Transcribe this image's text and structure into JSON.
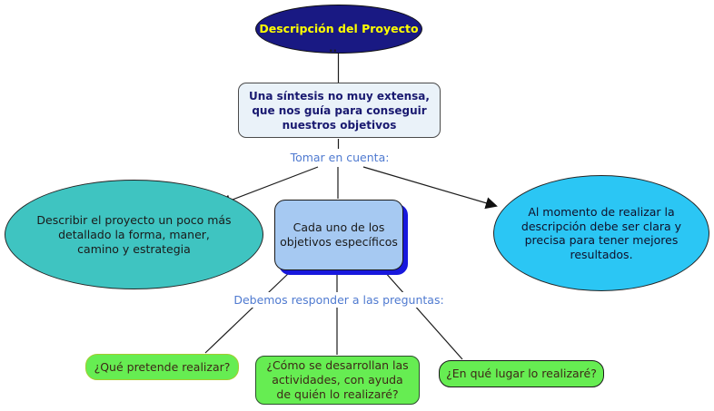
{
  "diagram": {
    "type": "concept-map",
    "background": "#ffffff",
    "nodes": {
      "main_topic": {
        "label": "Descripción del Proyecto",
        "shape": "ellipse",
        "bg": "#191983",
        "fg": "#ffff00"
      },
      "link_dots": {
        "label": ".."
      },
      "synthesis": {
        "label": "Una síntesis no muy extensa,\nque nos guía para conseguir\nnuestros objetivos",
        "shape": "rounded-rect",
        "bg": "#eaf2f9",
        "fg": "#191970",
        "border": "#4a4a4a"
      },
      "describir": {
        "label": "Describir el proyecto un poco más\ndetallado la forma, maner,\ncamino y estrategia",
        "shape": "ellipse",
        "bg": "#3fc4c1",
        "fg": "#1a1a1a"
      },
      "objetivos": {
        "label": "Cada uno de los\nobjetivos específicos",
        "shape": "rounded-rect",
        "bg": "#a6c9f2",
        "shadow": "#1818dd",
        "fg": "#1a1a1a"
      },
      "claridad": {
        "label": "Al momento de realizar la\ndescripción debe ser clara y\nprecisa para tener mejores\nresultados.",
        "shape": "ellipse",
        "bg": "#2bc6f4",
        "fg": "#10102a"
      },
      "pregunta_que": {
        "label": "¿Qué pretende realizar?",
        "shape": "rounded-rect",
        "bg": "#66ed52",
        "border": "#a3cc2f",
        "fg": "#3d2817"
      },
      "pregunta_como": {
        "label": "¿Cómo se desarrollan las\nactividades, con ayuda\nde quién lo realizaré?",
        "shape": "rounded-rect",
        "bg": "#66ed52",
        "border": "#2c4f2c",
        "fg": "#3d2817"
      },
      "pregunta_donde": {
        "label": "¿En qué lugar lo realizaré?",
        "shape": "rounded-rect",
        "bg": "#66ed52",
        "border": "#1a1a1a",
        "fg": "#3d2817"
      }
    },
    "linking_phrases": {
      "tomar": {
        "label": "Tomar en cuenta:",
        "fg": "#4f7ad0"
      },
      "preguntas": {
        "label": "Debemos responder a las preguntas:",
        "fg": "#4f7ad0"
      }
    },
    "edges": [
      {
        "from": "main_topic",
        "to": "synthesis",
        "arrow": false
      },
      {
        "from": "synthesis",
        "via": "tomar",
        "to": "describir",
        "arrow": true
      },
      {
        "from": "synthesis",
        "via": "tomar",
        "to": "objetivos",
        "arrow": false
      },
      {
        "from": "synthesis",
        "via": "tomar",
        "to": "claridad",
        "arrow": true
      },
      {
        "from": "objetivos",
        "via": "preguntas",
        "to": "pregunta_que",
        "arrow": false
      },
      {
        "from": "objetivos",
        "via": "preguntas",
        "to": "pregunta_como",
        "arrow": false
      },
      {
        "from": "objetivos",
        "via": "preguntas",
        "to": "pregunta_donde",
        "arrow": false
      }
    ]
  }
}
